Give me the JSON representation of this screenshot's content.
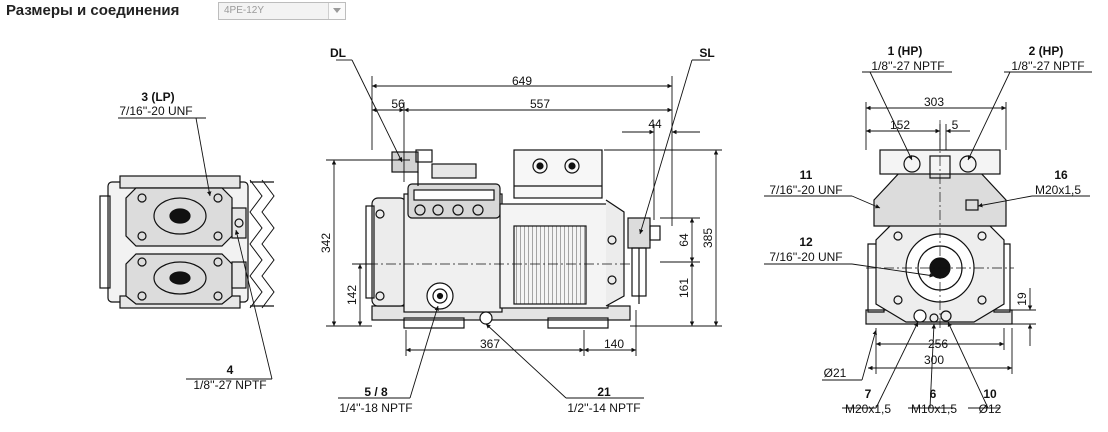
{
  "header": {
    "title": "Размеры и соединения",
    "model_selected": "4PE-12Y"
  },
  "icons": {
    "dropdown": "chevron-down-icon"
  },
  "dimensions": {
    "d649": "649",
    "d56": "56",
    "d557": "557",
    "d44": "44",
    "d342": "342",
    "d142": "142",
    "d385": "385",
    "d64": "64",
    "d161": "161",
    "d367": "367",
    "d140": "140",
    "d303": "303",
    "d152": "152",
    "d5": "5",
    "d19": "19",
    "d256": "256",
    "d300": "300"
  },
  "connections": {
    "dl": "DL",
    "sl": "SL",
    "c3_id": "3 (LP)",
    "c3_spec": "7/16''-20 UNF",
    "c4_id": "4",
    "c4_spec": "1/8''-27 NPTF",
    "c58_id": "5 / 8",
    "c58_spec": "1/4''-18 NPTF",
    "c21_id": "21",
    "c21_spec": "1/2''-14 NPTF",
    "c1_id": "1 (HP)",
    "c1_spec": "1/8''-27 NPTF",
    "c2_id": "2 (HP)",
    "c2_spec": "1/8''-27 NPTF",
    "c11_id": "11",
    "c11_spec": "7/16''-20 UNF",
    "c12_id": "12",
    "c12_spec": "7/16''-20 UNF",
    "c16_id": "16",
    "c16_spec": "M20x1,5",
    "c7_id": "7",
    "c7_spec": "M20x1,5",
    "c6_id": "6",
    "c6_spec": "M10x1,5",
    "c10_id": "10",
    "c10_spec": "Ø12",
    "d21": "Ø21"
  }
}
